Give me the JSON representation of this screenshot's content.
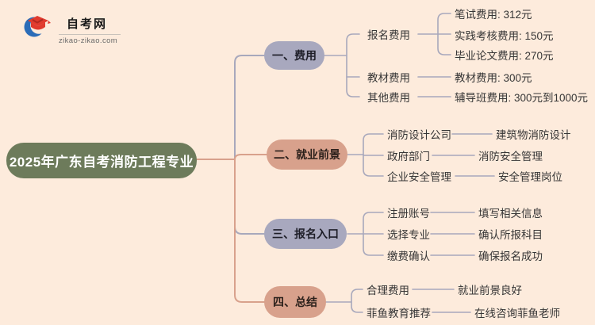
{
  "logo": {
    "site_name": "自考网",
    "site_url": "zikao-zikao.com"
  },
  "root_title": "2025年广东自考消防工程专业",
  "branches": [
    {
      "label": "一、费用",
      "children": [
        {
          "label": "报名费用",
          "leaves": [
            "笔试费用: 312元",
            "实践考核费用: 150元",
            "毕业论文费用: 270元"
          ]
        },
        {
          "label": "教材费用",
          "leaves": [
            "教材费用: 300元"
          ]
        },
        {
          "label": "其他费用",
          "leaves": [
            "辅导班费用: 300元到1000元"
          ]
        }
      ]
    },
    {
      "label": "二、就业前景",
      "children": [
        {
          "label": "消防设计公司",
          "leaves": [
            "建筑物消防设计"
          ]
        },
        {
          "label": "政府部门",
          "leaves": [
            "消防安全管理"
          ]
        },
        {
          "label": "企业安全管理",
          "leaves": [
            "安全管理岗位"
          ]
        }
      ]
    },
    {
      "label": "三、报名入口",
      "children": [
        {
          "label": "注册账号",
          "leaves": [
            "填写相关信息"
          ]
        },
        {
          "label": "选择专业",
          "leaves": [
            "确认所报科目"
          ]
        },
        {
          "label": "缴费确认",
          "leaves": [
            "确保报名成功"
          ]
        }
      ]
    },
    {
      "label": "四、总结",
      "children": [
        {
          "label": "合理费用",
          "leaves": [
            "就业前景良好"
          ]
        },
        {
          "label": "菲鱼教育推荐",
          "leaves": [
            "在线咨询菲鱼老师"
          ]
        }
      ]
    }
  ],
  "colors": {
    "background": "#fdebdc",
    "root_node": "#6d7b5b",
    "node_lavender": "#a8a8be",
    "node_salmon": "#d8a18c",
    "line_lavender": "#a8a8bc",
    "line_salmon": "#d8a18c",
    "logo_blue": "#2b6cb8",
    "logo_red": "#e03a2e"
  }
}
